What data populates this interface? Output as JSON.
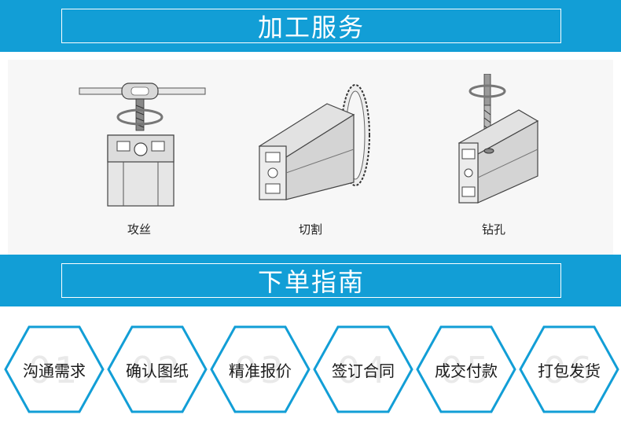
{
  "colors": {
    "accent": "#129ed6",
    "step_border": "#129ed6",
    "panel": "#f7f7f7"
  },
  "sections": {
    "processing": {
      "title": "加工服务"
    },
    "ordering": {
      "title": "下单指南"
    }
  },
  "processes": [
    {
      "label": "攻丝",
      "icon": "tapping-illustration"
    },
    {
      "label": "切割",
      "icon": "cutting-illustration"
    },
    {
      "label": "钻孔",
      "icon": "drilling-illustration"
    }
  ],
  "steps": [
    {
      "number": "01",
      "label": "沟通需求"
    },
    {
      "number": "02",
      "label": "确认图纸"
    },
    {
      "number": "03",
      "label": "精准报价"
    },
    {
      "number": "04",
      "label": "签订合同"
    },
    {
      "number": "05",
      "label": "成交付款"
    },
    {
      "number": "06",
      "label": "打包发货"
    }
  ]
}
